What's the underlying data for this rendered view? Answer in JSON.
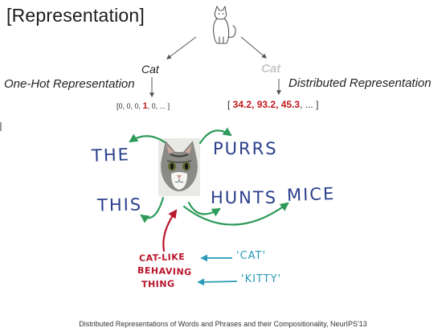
{
  "title": "[Representation]",
  "labels": {
    "cat": "Cat",
    "cat_faded": "Cat",
    "one_hot": "One-Hot Representation",
    "distributed": "Distributed Representation"
  },
  "one_hot_vector": {
    "prefix": "[0, 0, 0, ",
    "highlight": "1",
    "suffix": ", 0, ... ]"
  },
  "distributed_vector": {
    "prefix": "[ ",
    "highlight": "34.2, 93.2, 45.3",
    "suffix": ", ... ]"
  },
  "context_words": {
    "the": "THE",
    "purrs": "PURRS",
    "this": "THIS",
    "hunts": "HUNTS",
    "mice": "MICE"
  },
  "concept": {
    "line1": "CAT-LIKE",
    "line2": "BEHAVING",
    "line3": "THING"
  },
  "synonyms": {
    "cat": "'CAT'",
    "kitty": "'KITTY'"
  },
  "citation": "Distributed Representations of Words and Phrases and their Compositionality, NeurIPS'13",
  "colors": {
    "context_arrow": "#2e9a5a",
    "concept_arrow": "#b8162c",
    "synonym_arrow": "#2a9ab8",
    "highlight": "#c0161c"
  },
  "icons": {
    "cat_drawing": "cat-line-drawing",
    "kitten": "kitten-photo"
  }
}
